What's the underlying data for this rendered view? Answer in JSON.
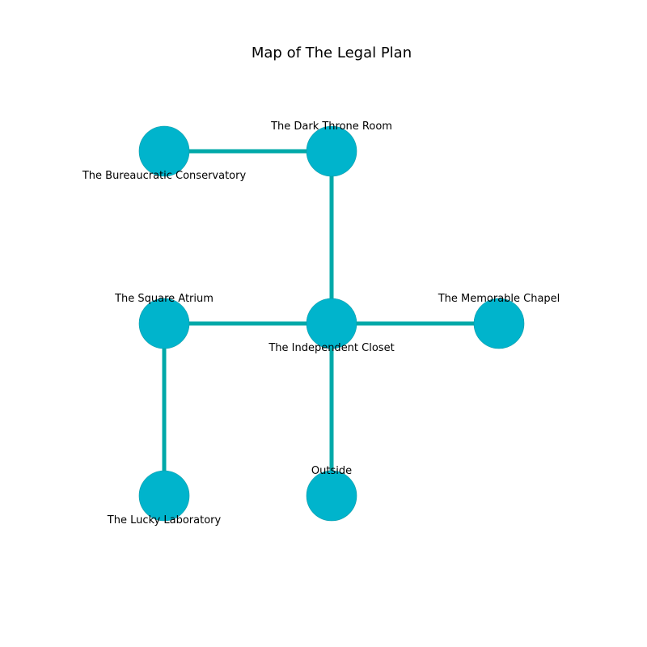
{
  "title": "Map of The Legal Plan",
  "colors": {
    "node_fill": "#00b4cc",
    "node_stroke": "#0a9aa8",
    "edge": "#00a9a9",
    "background": "#ffffff"
  },
  "rooms": [
    {
      "id": "bureaucratic-conservatory",
      "label": "The Bureaucratic Conservatory",
      "col": 0,
      "row": 0
    },
    {
      "id": "dark-throne-room",
      "label": "The Dark Throne Room",
      "col": 1,
      "row": 0
    },
    {
      "id": "square-atrium",
      "label": "The Square Atrium",
      "col": 0,
      "row": 1
    },
    {
      "id": "independent-closet",
      "label": "The Independent Closet",
      "col": 1,
      "row": 1
    },
    {
      "id": "memorable-chapel",
      "label": "The Memorable Chapel",
      "col": 2,
      "row": 1
    },
    {
      "id": "lucky-laboratory",
      "label": "The Lucky Laboratory",
      "col": 0,
      "row": 2
    },
    {
      "id": "outside",
      "label": "Outside",
      "col": 1,
      "row": 2
    }
  ],
  "connections": [
    [
      "bureaucratic-conservatory",
      "dark-throne-room"
    ],
    [
      "dark-throne-room",
      "independent-closet"
    ],
    [
      "square-atrium",
      "independent-closet"
    ],
    [
      "independent-closet",
      "memorable-chapel"
    ],
    [
      "independent-closet",
      "outside"
    ],
    [
      "square-atrium",
      "lucky-laboratory"
    ]
  ]
}
